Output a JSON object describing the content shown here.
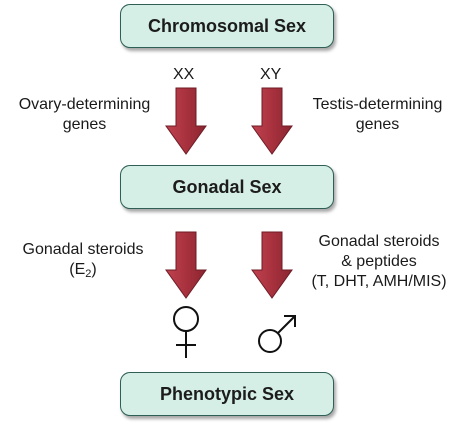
{
  "boxes": {
    "chromosomal": "Chromosomal Sex",
    "gonadal": "Gonadal Sex",
    "phenotypic": "Phenotypic Sex"
  },
  "labels": {
    "xx": "XX",
    "xy": "XY",
    "ovary_line1": "Ovary-determining",
    "ovary_line2": "genes",
    "testis_line1": "Testis-determining",
    "testis_line2": "genes",
    "gonadal_left_line1": "Gonadal steroids",
    "gonadal_left_e": "(E",
    "gonadal_left_sub": "2",
    "gonadal_left_close": ")",
    "gonadal_right_line1": "Gonadal steroids",
    "gonadal_right_line2": "& peptides",
    "gonadal_right_line3": "(T, DHT, AMH/MIS)"
  },
  "colors": {
    "box_fill": "#d5efe6",
    "box_border": "#2f5f55",
    "arrow": "#a8323e"
  },
  "symbols": {
    "left": "female-symbol-icon",
    "right": "male-symbol-icon"
  }
}
